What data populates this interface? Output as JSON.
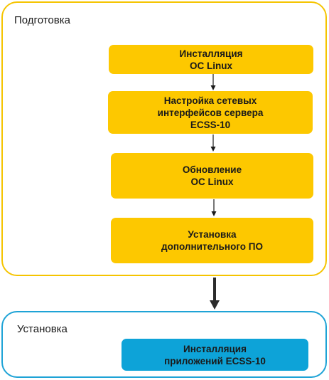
{
  "groups": {
    "preparation": {
      "title": "Подготовка",
      "border_color": "#f5c400",
      "steps": [
        {
          "label": "Инсталляция\nОС Linux"
        },
        {
          "label": "Настройка сетевых\nинтерфейсов сервера\nECSS-10"
        },
        {
          "label": "Обновление\nОС Linux"
        },
        {
          "label": "Установка\nдополнительного ПО"
        }
      ],
      "step_color": "#fdc800"
    },
    "installation": {
      "title": "Установка",
      "border_color": "#1ea3d6",
      "steps": [
        {
          "label": "Инсталляция\nприложений ECSS-10"
        }
      ],
      "step_color": "#0da3d8"
    }
  }
}
